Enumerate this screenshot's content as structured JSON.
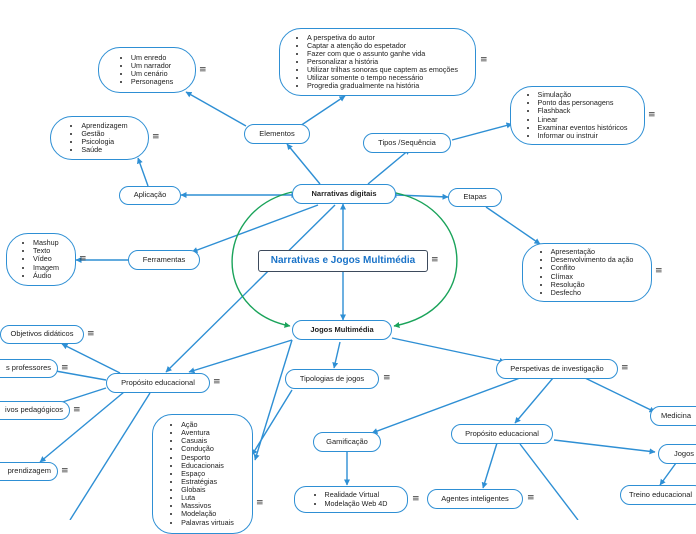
{
  "center": "Narrativas e Jogos Multimédia",
  "narrativas_digitais": "Narrativas digitais",
  "jogos_multimedia": "Jogos Multimédia",
  "elementos": {
    "label": "Elementos",
    "list_a": [
      "Um enredo",
      "Um narrador",
      "Um cenário",
      "Personagens"
    ],
    "list_b": [
      "A perspetiva do autor",
      "Captar a atenção do espetador",
      "Fazer com que o assunto ganhe vida",
      "Personalizar a história",
      "Utilizar trilhas sonoras que captem as emoções",
      "Utilizar somente o tempo necessário",
      "Progredia gradualmente na história"
    ]
  },
  "tipos": {
    "label": "Tipos /Sequência",
    "list": [
      "Simulação",
      "Ponto das personagens",
      "Flashback",
      "Linear",
      "Examinar eventos históricos",
      "Informar ou instruir"
    ]
  },
  "aplicacao": {
    "label": "Aplicação",
    "list": [
      "Aprendizagem",
      "Gestão",
      "Psicologia",
      "Saúde"
    ]
  },
  "ferramentas": {
    "label": "Ferramentas",
    "list": [
      "Mashup",
      "Texto",
      "Vídeo",
      "Imagem",
      "Áudio"
    ]
  },
  "etapas": {
    "label": "Etapas",
    "list": [
      "Apresentação",
      "Desenvolvimento da ação",
      "Conflito",
      "Clímax",
      "Resolução",
      "Desfecho"
    ]
  },
  "proposito_left": {
    "label": "Propósito educacional",
    "children": [
      "Objetivos didáticos",
      "s professores",
      "ivos pedagógicos",
      "prendizagem"
    ]
  },
  "tipologias": {
    "label": "Tipologias de jogos",
    "list": [
      "Ação",
      "Aventura",
      "Casuais",
      "Condução",
      "Desporto",
      "Educacionais",
      "Espaço",
      "Estratégias",
      "Globais",
      "Luta",
      "Massivos",
      "Modelação",
      "Palavras virtuais"
    ]
  },
  "perspetivas": {
    "label": "Perspetivas de investigação",
    "gamificacao": "Gamificação",
    "gamificacao_list": [
      "Realidade Virtual",
      "Modelação Web 4D"
    ],
    "proposito": "Propósito educacional",
    "agentes": "Agentes inteligentes",
    "medicina": "Medicina",
    "jogos_s": "Jogos s",
    "treino": "Treino educacional"
  },
  "note_icon": "≡"
}
